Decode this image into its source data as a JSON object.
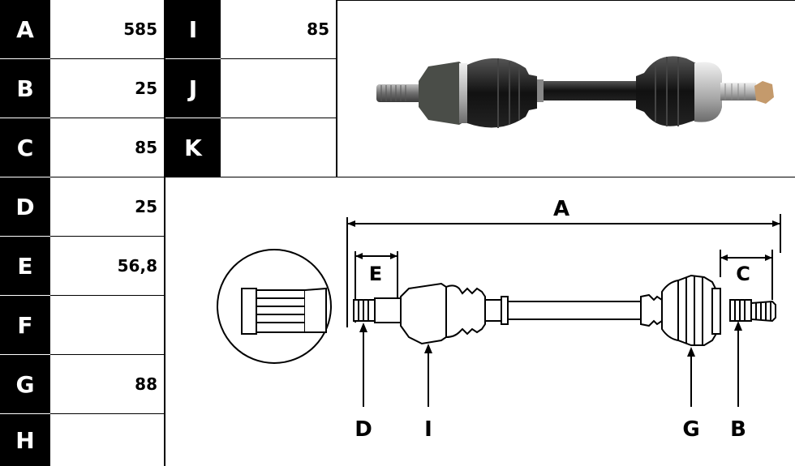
{
  "left_table": [
    {
      "label": "A",
      "value": "585"
    },
    {
      "label": "B",
      "value": "25"
    },
    {
      "label": "C",
      "value": "85"
    },
    {
      "label": "D",
      "value": "25"
    },
    {
      "label": "E",
      "value": "56,8"
    },
    {
      "label": "F",
      "value": ""
    },
    {
      "label": "G",
      "value": "88"
    },
    {
      "label": "H",
      "value": ""
    }
  ],
  "mid_table": [
    {
      "label": "I",
      "value": "85"
    },
    {
      "label": "J",
      "value": ""
    },
    {
      "label": "K",
      "value": ""
    }
  ],
  "diagram_labels": {
    "A": "A",
    "E": "E",
    "C": "C",
    "D": "D",
    "I": "I",
    "G": "G",
    "B": "B"
  }
}
